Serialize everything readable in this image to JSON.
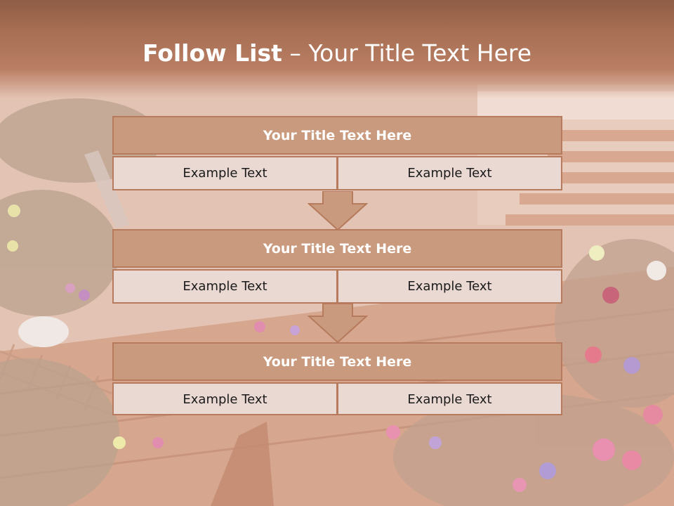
{
  "title": {
    "bold": "Follow List",
    "rest": " – Your Title Text Here"
  },
  "blocks": [
    {
      "header": "Your Title Text Here",
      "left": "Example Text",
      "right": "Example Text"
    },
    {
      "header": "Your Title Text Here",
      "left": "Example Text",
      "right": "Example Text"
    },
    {
      "header": "Your Title Text Here",
      "left": "Example Text",
      "right": "Example Text"
    }
  ],
  "colors": {
    "header_fill": "#c99a7e",
    "border": "#b67a5c",
    "cell_fill": "#ead9d3",
    "title_band": "#a76e53"
  }
}
